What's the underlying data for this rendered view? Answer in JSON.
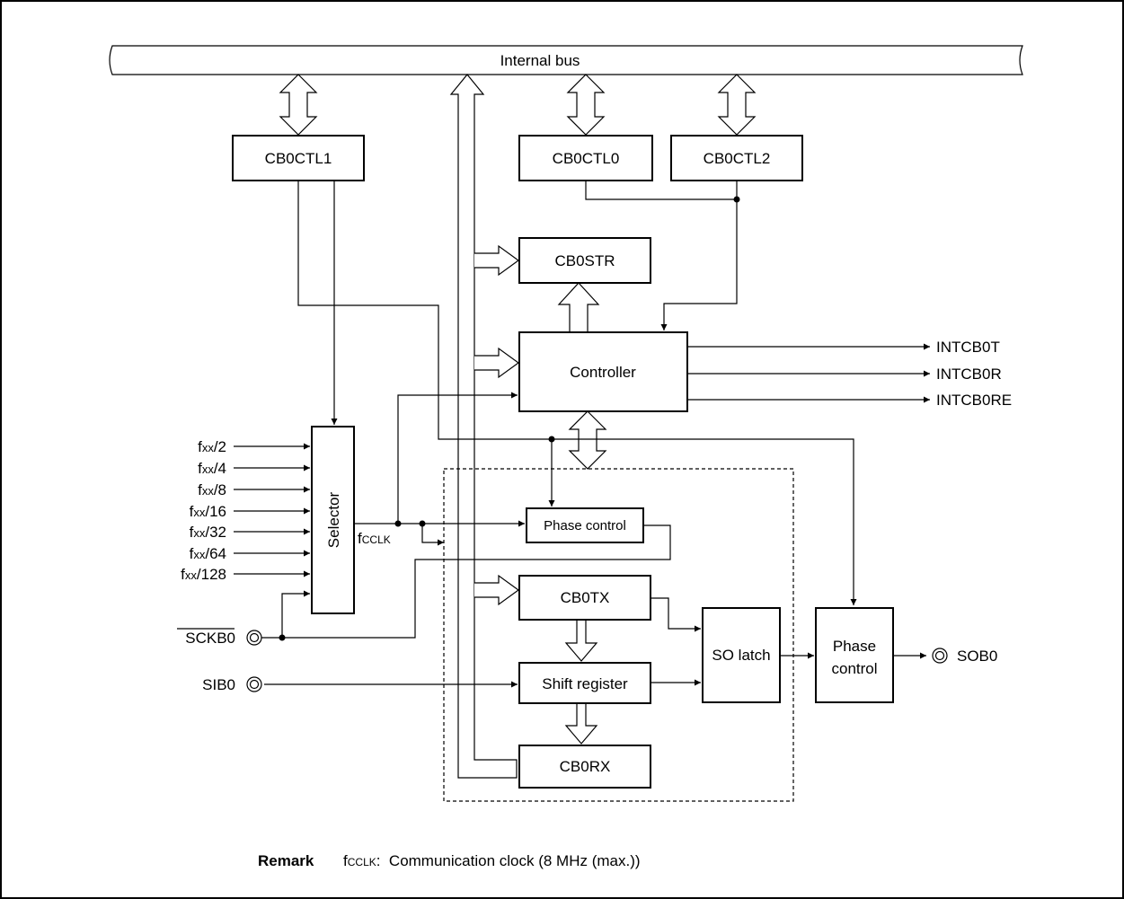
{
  "bus_label": "Internal bus",
  "registers": {
    "ctl1": "CB0CTL1",
    "ctl0": "CB0CTL0",
    "ctl2": "CB0CTL2",
    "str": "CB0STR",
    "controller": "Controller",
    "selector": "Selector",
    "phase_control_inner": "Phase control",
    "tx": "CB0TX",
    "shift": "Shift register",
    "rx": "CB0RX",
    "so_latch": "SO latch",
    "phase_control_out_line1": "Phase",
    "phase_control_out_line2": "control"
  },
  "interrupts": [
    "INTCB0T",
    "INTCB0R",
    "INTCB0RE"
  ],
  "clock_inputs": [
    {
      "sub": "xx",
      "div": "/2"
    },
    {
      "sub": "xx",
      "div": "/4"
    },
    {
      "sub": "xx",
      "div": "/8"
    },
    {
      "sub": "xx",
      "div": "/16"
    },
    {
      "sub": "xx",
      "div": "/32"
    },
    {
      "sub": "xx",
      "div": "/64"
    },
    {
      "sub": "xx",
      "div": "/128"
    }
  ],
  "fcclk": {
    "f": "f",
    "sub": "CCLK"
  },
  "pins": {
    "sckb": "SCKB0",
    "sib": "SIB0",
    "sob": "SOB0"
  },
  "remark": {
    "label": "Remark",
    "f": "f",
    "sub": "CCLK",
    "text": ":  Communication clock (8 MHz (max.))"
  }
}
